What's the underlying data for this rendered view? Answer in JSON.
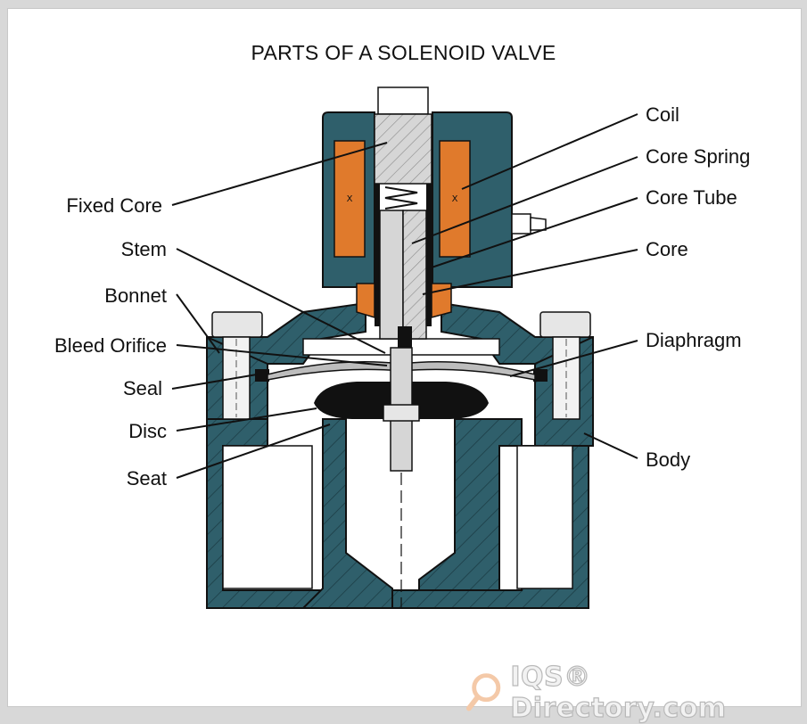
{
  "title": "PARTS OF A SOLENOID VALVE",
  "labels": {
    "coil": "Coil",
    "core_spring": "Core Spring",
    "core_tube": "Core Tube",
    "core": "Core",
    "diaphragm": "Diaphragm",
    "body": "Body",
    "fixed_core": "Fixed Core",
    "stem": "Stem",
    "bonnet": "Bonnet",
    "bleed_orifice": "Bleed Orifice",
    "seal": "Seal",
    "disc": "Disc",
    "seat": "Seat"
  },
  "watermark": {
    "text": "IQS® Directory.com"
  },
  "colors": {
    "body": "#2f5f6b",
    "coil": "#e07a2c",
    "metal": "#cfcfcf",
    "rubber": "#111111"
  }
}
